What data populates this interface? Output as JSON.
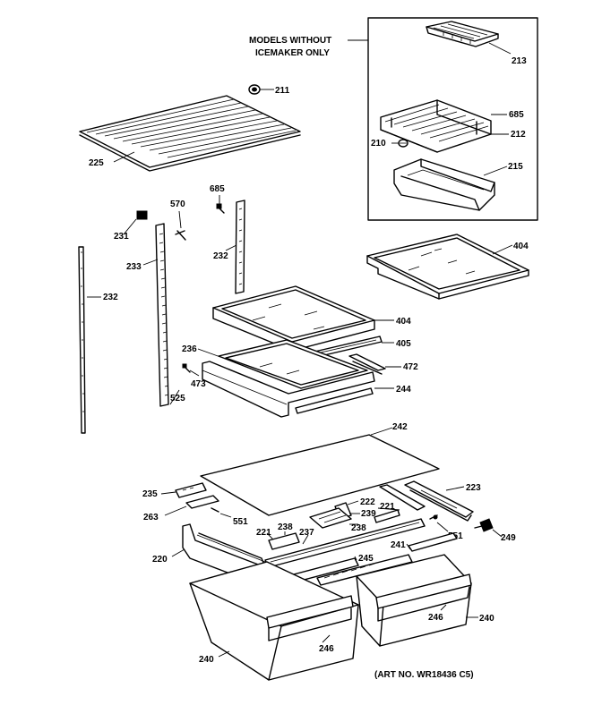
{
  "diagram": {
    "inset_title_line1": "MODELS WITHOUT",
    "inset_title_line2": "ICEMAKER ONLY",
    "art_number": "(ART NO. WR18436 C5)",
    "part_labels": {
      "p211": "211",
      "p225": "225",
      "p213": "213",
      "p685a": "685",
      "p212": "212",
      "p210": "210",
      "p215": "215",
      "p685b": "685",
      "p570": "570",
      "p231": "231",
      "p232a": "232",
      "p233": "233",
      "p232b": "232",
      "p404a": "404",
      "p404b": "404",
      "p405": "405",
      "p236": "236",
      "p472": "472",
      "p473": "473",
      "p525": "525",
      "p244": "244",
      "p242": "242",
      "p223": "223",
      "p235": "235",
      "p222": "222",
      "p221a": "221",
      "p263": "263",
      "p239": "239",
      "p238a": "238",
      "p238b": "238",
      "p551a": "551",
      "p551b": "551",
      "p221b": "221",
      "p237": "237",
      "p241": "241",
      "p249": "249",
      "p220": "220",
      "p245": "245",
      "p246a": "246",
      "p246b": "246",
      "p240a": "240",
      "p240b": "240"
    }
  }
}
